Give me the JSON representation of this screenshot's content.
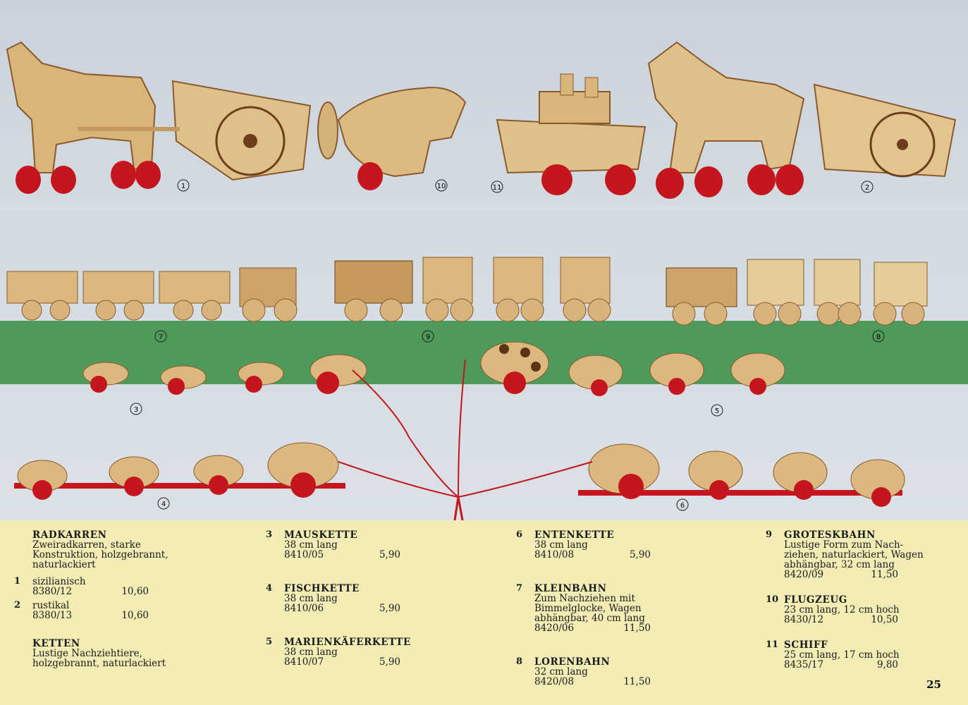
{
  "figure_labels": [
    "1",
    "10",
    "11",
    "2",
    "7",
    "9",
    "8",
    "3",
    "5",
    "4",
    "6"
  ],
  "columns": [
    {
      "entries": [
        {
          "num": "",
          "title": "RADKARREN",
          "lines": [
            "Zweiradkarren, starke",
            "Konstruktion, holzgebrannt,",
            "naturlackiert"
          ],
          "subs": [
            {
              "num": "1",
              "lines": [
                "sizilianisch"
              ],
              "code": "8380/12",
              "price": "10,60"
            },
            {
              "num": "2",
              "lines": [
                "rustikal"
              ],
              "code": "8380/13",
              "price": "10,60"
            }
          ]
        },
        {
          "num": "",
          "title": "KETTEN",
          "lines": [
            "Lustige Nachziehtiere,",
            "holzgebrannt, naturlackiert"
          ]
        }
      ]
    },
    {
      "entries": [
        {
          "num": "3",
          "title": "MAUSKETTE",
          "lines": [
            "38 cm lang"
          ],
          "code": "8410/05",
          "price": "5,90"
        },
        {
          "num": "4",
          "title": "FISCHKETTE",
          "lines": [
            "38 cm lang"
          ],
          "code": "8410/06",
          "price": "5,90"
        },
        {
          "num": "5",
          "title": "MARIENKÄFERKETTE",
          "lines": [
            "38 cm lang"
          ],
          "code": "8410/07",
          "price": "5,90"
        }
      ]
    },
    {
      "entries": [
        {
          "num": "6",
          "title": "ENTENKETTE",
          "lines": [
            "38 cm lang"
          ],
          "code": "8410/08",
          "price": "5,90"
        },
        {
          "num": "7",
          "title": "KLEINBAHN",
          "lines": [
            "Zum Nachziehen mit",
            "Bimmelglocke, Wagen",
            "abhängbar, 40 cm lang"
          ],
          "code": "8420/06",
          "price": "11,50"
        },
        {
          "num": "8",
          "title": "LORENBAHN",
          "lines": [
            "32 cm lang"
          ],
          "code": "8420/08",
          "price": "11,50"
        }
      ]
    },
    {
      "entries": [
        {
          "num": "9",
          "title": "GROTESKBAHN",
          "lines": [
            "Lustige Form zum Nach-",
            "ziehen, naturlackiert, Wagen",
            "abhängbar, 32 cm lang"
          ],
          "code": "8420/09",
          "price": "11,50"
        },
        {
          "num": "10",
          "title": "FLUGZEUG",
          "lines": [
            "23 cm lang, 12 cm hoch"
          ],
          "code": "8430/12",
          "price": "10,50"
        },
        {
          "num": "11",
          "title": "SCHIFF",
          "lines": [
            "25 cm lang, 17 cm hoch"
          ],
          "code": "8435/17",
          "price": "9,80"
        }
      ]
    }
  ],
  "page_number": "25",
  "colors": {
    "wood": "#d9b57a",
    "wood_dark": "#b8894a",
    "red_wheel": "#c4161c",
    "green_shelf": "#4f9a5b",
    "text_band": "#f3ecb4"
  }
}
